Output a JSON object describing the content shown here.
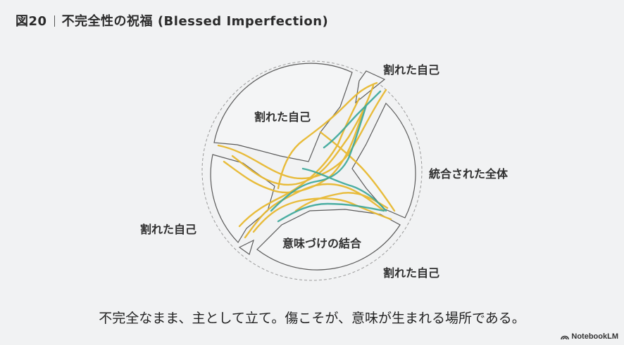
{
  "title": {
    "figure_number": "図20",
    "text": "不完全性の祝福 (Blessed Imperfection)"
  },
  "labels": {
    "top_right": "割れた自己",
    "inner_top": "割れた自己",
    "right": "統合された全体",
    "left": "割れた自己",
    "inner_bottom": "意味づけの結合",
    "bottom_right": "割れた自己"
  },
  "caption": "不完全なまま、主として立て。傷こそが、意味が生まれる場所である。",
  "brand": {
    "name": "NotebookLM",
    "icon": "notebooklm-logo-icon"
  },
  "colors": {
    "gold_seam": "#e8b931",
    "teal_seam": "#3aa79a",
    "outline": "#555555",
    "dashed_circle": "#9a9a9a"
  }
}
